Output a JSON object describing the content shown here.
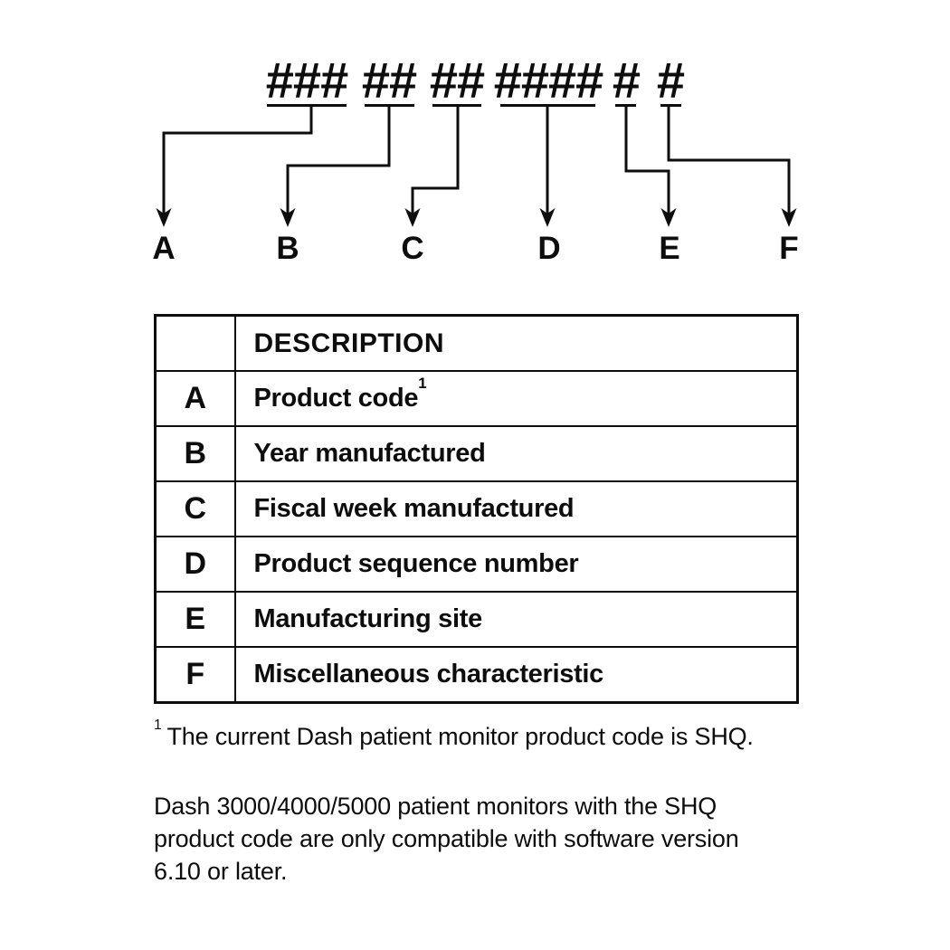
{
  "colors": {
    "ink": "#0d0d0d",
    "background": "#ffffff"
  },
  "diagram": {
    "title": "serial-number-format",
    "groups": [
      {
        "hashes": "###",
        "letter": "A"
      },
      {
        "hashes": "##",
        "letter": "B"
      },
      {
        "hashes": "##",
        "letter": "C"
      },
      {
        "hashes": "####",
        "letter": "D"
      },
      {
        "hashes": "#",
        "letter": "E"
      },
      {
        "hashes": "#",
        "letter": "F"
      }
    ]
  },
  "table": {
    "header": {
      "letter_col": "",
      "description": "DESCRIPTION"
    },
    "rows": [
      {
        "letter": "A",
        "description": "Product code",
        "footnote_ref": "1"
      },
      {
        "letter": "B",
        "description": "Year manufactured"
      },
      {
        "letter": "C",
        "description": "Fiscal week manufactured"
      },
      {
        "letter": "D",
        "description": "Product sequence number"
      },
      {
        "letter": "E",
        "description": "Manufacturing site"
      },
      {
        "letter": "F",
        "description": "Miscellaneous characteristic"
      }
    ]
  },
  "footnote": {
    "marker": "1",
    "text": "The current Dash patient monitor product code is SHQ."
  },
  "paragraph": {
    "lines": [
      "Dash 3000/4000/5000 patient monitors with the SHQ",
      "product code are only compatible with software version",
      "6.10 or later."
    ]
  }
}
